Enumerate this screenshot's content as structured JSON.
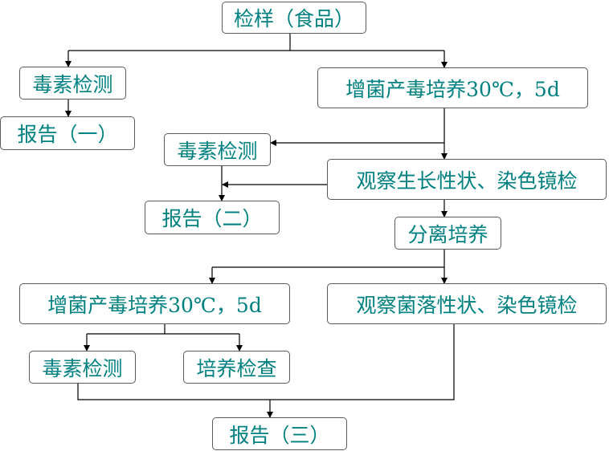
{
  "nodes": {
    "sample": "检样（食品）",
    "toxin_test_1": "毒素检测",
    "report_1": "报告（一）",
    "enrich_1": "增菌产毒培养30℃，5d",
    "toxin_test_2": "毒素检测",
    "observe_growth": "观察生长性状、染色镜检",
    "report_2": "报告（二）",
    "isolate": "分离培养",
    "enrich_2": "增菌产毒培养30℃，5d",
    "observe_colony": "观察菌落性状、染色镜检",
    "toxin_test_3": "毒素检测",
    "culture_check": "培养检查",
    "report_3": "报告（三）"
  },
  "colors": {
    "text": "#008080",
    "border": "#5a5a5a",
    "line": "#000000"
  }
}
